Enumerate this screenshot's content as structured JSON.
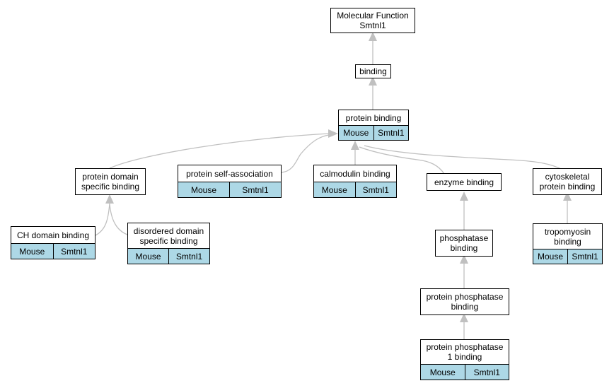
{
  "nodes": {
    "mf": {
      "label": "Molecular Function\nSmtnl1"
    },
    "binding": {
      "label": "binding"
    },
    "protein_binding": {
      "label": "protein binding",
      "species": "Mouse",
      "gene": "Smtnl1"
    },
    "domain_binding": {
      "label": "protein domain\nspecific binding"
    },
    "self_assoc": {
      "label": "protein self-association",
      "species": "Mouse",
      "gene": "Smtnl1"
    },
    "calmodulin": {
      "label": "calmodulin binding",
      "species": "Mouse",
      "gene": "Smtnl1"
    },
    "enzyme": {
      "label": "enzyme binding"
    },
    "cytoskeletal": {
      "label": "cytoskeletal\nprotein binding"
    },
    "ch_domain": {
      "label": "CH domain binding",
      "species": "Mouse",
      "gene": "Smtnl1"
    },
    "disordered": {
      "label": "disordered domain\nspecific binding",
      "species": "Mouse",
      "gene": "Smtnl1"
    },
    "phosphatase": {
      "label": "phosphatase\nbinding"
    },
    "tropomyosin": {
      "label": "tropomyosin\nbinding",
      "species": "Mouse",
      "gene": "Smtnl1"
    },
    "pp_binding": {
      "label": "protein phosphatase\nbinding"
    },
    "pp1_binding": {
      "label": "protein phosphatase\n1 binding",
      "species": "Mouse",
      "gene": "Smtnl1"
    }
  },
  "colors": {
    "annotation": "#add8e6",
    "edge": "#c0c0c0",
    "border": "#000000"
  }
}
